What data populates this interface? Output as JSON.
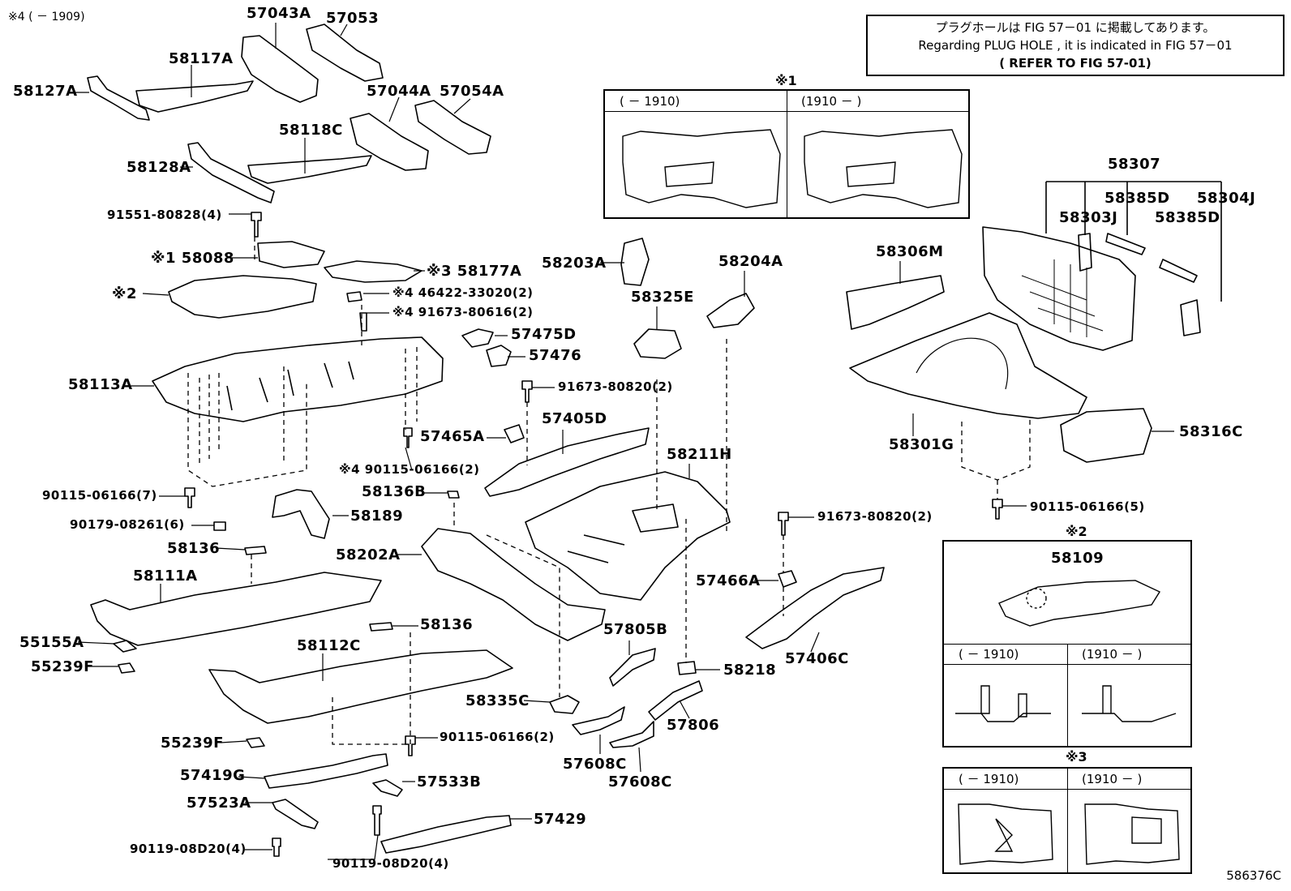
{
  "top_note": "※4 (   － 1909)",
  "info_box": {
    "line_jp": "プラグホールは FIG 57－01 に掲載してあります。",
    "line_en": "Regarding PLUG HOLE , it is indicated in FIG 57－01",
    "line_ref": "( REFER TO FIG 57-01)"
  },
  "figure_id": "586376C",
  "insets": {
    "inset1": {
      "mark": "※1",
      "left_header": "(     － 1910)",
      "right_header": "(1910 －      )"
    },
    "inset2": {
      "mark": "※2",
      "part": "58109",
      "left_header": "(     － 1910)",
      "right_header": "(1910 －      )"
    },
    "inset3": {
      "mark": "※3",
      "left_header": "(     － 1910)",
      "right_header": "(1910 －      )"
    }
  },
  "parts": [
    {
      "id": "57043A",
      "label": "57043A"
    },
    {
      "id": "57053",
      "label": "57053"
    },
    {
      "id": "58117A",
      "label": "58117A"
    },
    {
      "id": "58127A",
      "label": "58127A"
    },
    {
      "id": "57044A",
      "label": "57044A"
    },
    {
      "id": "57054A",
      "label": "57054A"
    },
    {
      "id": "58118C",
      "label": "58118C"
    },
    {
      "id": "58128A",
      "label": "58128A"
    },
    {
      "id": "91551-80828",
      "label": "91551-80828(4)"
    },
    {
      "id": "58088",
      "label": "※1 58088"
    },
    {
      "id": "58088-2",
      "label": "※2"
    },
    {
      "id": "58177A",
      "label": "※3 58177A"
    },
    {
      "id": "46422-33020",
      "label": "※4 46422-33020(2)"
    },
    {
      "id": "91673-80616",
      "label": "※4 91673-80616(2)"
    },
    {
      "id": "57475D",
      "label": "57475D"
    },
    {
      "id": "57476",
      "label": "57476"
    },
    {
      "id": "58113A",
      "label": "58113A"
    },
    {
      "id": "91673-80820a",
      "label": "91673-80820(2)"
    },
    {
      "id": "57465A",
      "label": "57465A"
    },
    {
      "id": "57405D",
      "label": "57405D"
    },
    {
      "id": "90115-06166-4",
      "label": "※4 90115-06166(2)"
    },
    {
      "id": "90115-06166-7",
      "label": "90115-06166(7)"
    },
    {
      "id": "90179-08261",
      "label": "90179-08261(6)"
    },
    {
      "id": "58189",
      "label": "58189"
    },
    {
      "id": "58136B",
      "label": "58136B"
    },
    {
      "id": "58136a",
      "label": "58136"
    },
    {
      "id": "58202A",
      "label": "58202A"
    },
    {
      "id": "58111A",
      "label": "58111A"
    },
    {
      "id": "58136b",
      "label": "58136"
    },
    {
      "id": "55155A",
      "label": "55155A"
    },
    {
      "id": "55239F-a",
      "label": "55239F"
    },
    {
      "id": "58112C",
      "label": "58112C"
    },
    {
      "id": "58335C",
      "label": "58335C"
    },
    {
      "id": "90115-06166-2",
      "label": "90115-06166(2)"
    },
    {
      "id": "55239F-b",
      "label": "55239F"
    },
    {
      "id": "57419G",
      "label": "57419G"
    },
    {
      "id": "57533B",
      "label": "57533B"
    },
    {
      "id": "57523A",
      "label": "57523A"
    },
    {
      "id": "57429",
      "label": "57429"
    },
    {
      "id": "90119-08D20-a",
      "label": "90119-08D20(4)"
    },
    {
      "id": "90119-08D20-b",
      "label": "90119-08D20(4)"
    },
    {
      "id": "58203A",
      "label": "58203A"
    },
    {
      "id": "58325E",
      "label": "58325E"
    },
    {
      "id": "58204A",
      "label": "58204A"
    },
    {
      "id": "58211H",
      "label": "58211H"
    },
    {
      "id": "91673-80820b",
      "label": "91673-80820(2)"
    },
    {
      "id": "57466A",
      "label": "57466A"
    },
    {
      "id": "57406C",
      "label": "57406C"
    },
    {
      "id": "57805B",
      "label": "57805B"
    },
    {
      "id": "58218",
      "label": "58218"
    },
    {
      "id": "57806",
      "label": "57806"
    },
    {
      "id": "57608C-a",
      "label": "57608C"
    },
    {
      "id": "57608C-b",
      "label": "57608C"
    },
    {
      "id": "58306M",
      "label": "58306M"
    },
    {
      "id": "58307",
      "label": "58307"
    },
    {
      "id": "58385D-a",
      "label": "58385D"
    },
    {
      "id": "58304J",
      "label": "58304J"
    },
    {
      "id": "58303J",
      "label": "58303J"
    },
    {
      "id": "58385D-b",
      "label": "58385D"
    },
    {
      "id": "58301G",
      "label": "58301G"
    },
    {
      "id": "58316C",
      "label": "58316C"
    },
    {
      "id": "90115-06166-5",
      "label": "90115-06166(5)"
    }
  ]
}
